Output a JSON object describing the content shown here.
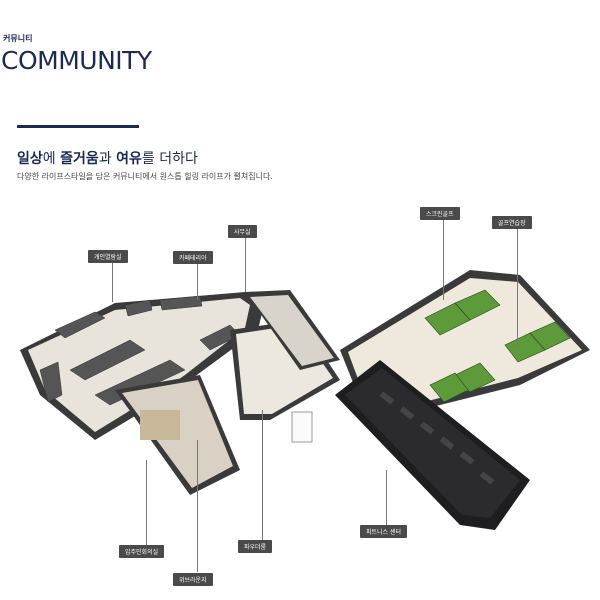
{
  "header": {
    "eyebrow": "커뮤니티",
    "title": "COMMUNITY"
  },
  "tagline": {
    "part1": "일상",
    "part2": "에 ",
    "part3": "즐거움",
    "part4": "과 ",
    "part5": "여유",
    "part6": "를 더하다"
  },
  "subtitle": "다양한 라이프스타일을 담은 커뮤니티에서 원스톱 힐링 라이프가 펼쳐집니다.",
  "labels": {
    "study_room": "개인열람실",
    "cafeteria": "카페테리아",
    "office": "사무실",
    "screen_golf": "스크린골프",
    "golf_practice": "골프연습장",
    "fitness_center": "피트니스 센터",
    "resident_meeting": "입주민회의실",
    "powder_room": "파우더룸",
    "wib_lounge": "위브라운지"
  },
  "colors": {
    "navy": "#1a2a55",
    "wall": "#3a3a3a",
    "floor": "#e8e4dc",
    "green": "#5c9a3a",
    "gym": "#2b2b2e"
  }
}
